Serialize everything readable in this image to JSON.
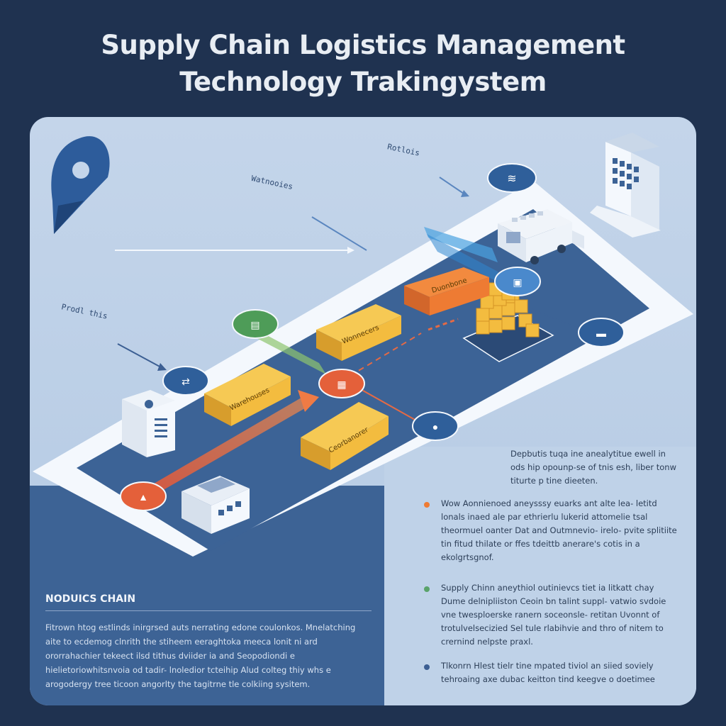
{
  "header": {
    "title_line1": "Supply Chain Logistics Management",
    "title_line2": "Technology Trakingystem"
  },
  "diagram": {
    "labels": {
      "top_right": "Rotlois",
      "top_mid": "Watnooies",
      "left": "Prodl this"
    },
    "boxes": [
      {
        "label": "Duonbone",
        "color": "#ee7b33"
      },
      {
        "label": "Wonnecers",
        "color": "#f3bc3f"
      },
      {
        "label": "Warehouses",
        "color": "#f3bc3f"
      },
      {
        "label": "Ceorbanorer",
        "color": "#f3bc3f"
      }
    ],
    "node_icons": [
      "wifi-icon",
      "truck-icon",
      "location-pin-icon",
      "document-icon",
      "route-icon",
      "package-icon",
      "factory-icon",
      "chart-icon"
    ]
  },
  "left_section": {
    "heading": "NODUICS CHAIN",
    "body": "Fitrown htog estlinds inirgrsed auts nerrating edone coulonkos. Mnelatching aite to ecdemog clnrith the stiheem eeraghtoka meeca lonit ni ard ororrahachier tekeect ilsd tithus dviider ia and Seopodiondi e hielietoriowhitsnvoia od tadir- lnoledior tcteihip Alud colteg thiy whs e arogodergy tree ticoon angorlty the tagitrne tle colkiing sysitem."
  },
  "right_section": {
    "intro": "Depbutis tuqa ine anealytitue ewell in ods hip opounp-se of tnis esh, liber tonw titurte p tine dieeten.",
    "items": [
      {
        "color": "#ee7b33",
        "text": "Wow Aonnienoed aneysssy euarks ant alte lea- letitd lonals inaed  ale par ethrierlu lukerid attomelie tsal theormuel oanter Dat and Outmnevio- irelo- pvite splitiite tin fitud thilate or ffes tdeittb anerare's cotis in a ekolgrtsgnof."
      },
      {
        "color": "#5aa36a",
        "text": "Supply Chinn aneythiol outinievcs tiet ia litkatt chay Dume delnipliiston Ceoin bn talint suppl- vatwio svdoie vne twesploerske ranern soceonsle- retitan Uvonnt of trotulvelsecizied Sel tule rlabihvie and thro of nitem to crernind nelpste praxl."
      },
      {
        "color": "#3c5f93",
        "text": "Tlkonrn Hlest tielr tine mpated tiviol an siied soviely tehroaing axe dubac keitton tind keegve o doetimee"
      }
    ]
  }
}
